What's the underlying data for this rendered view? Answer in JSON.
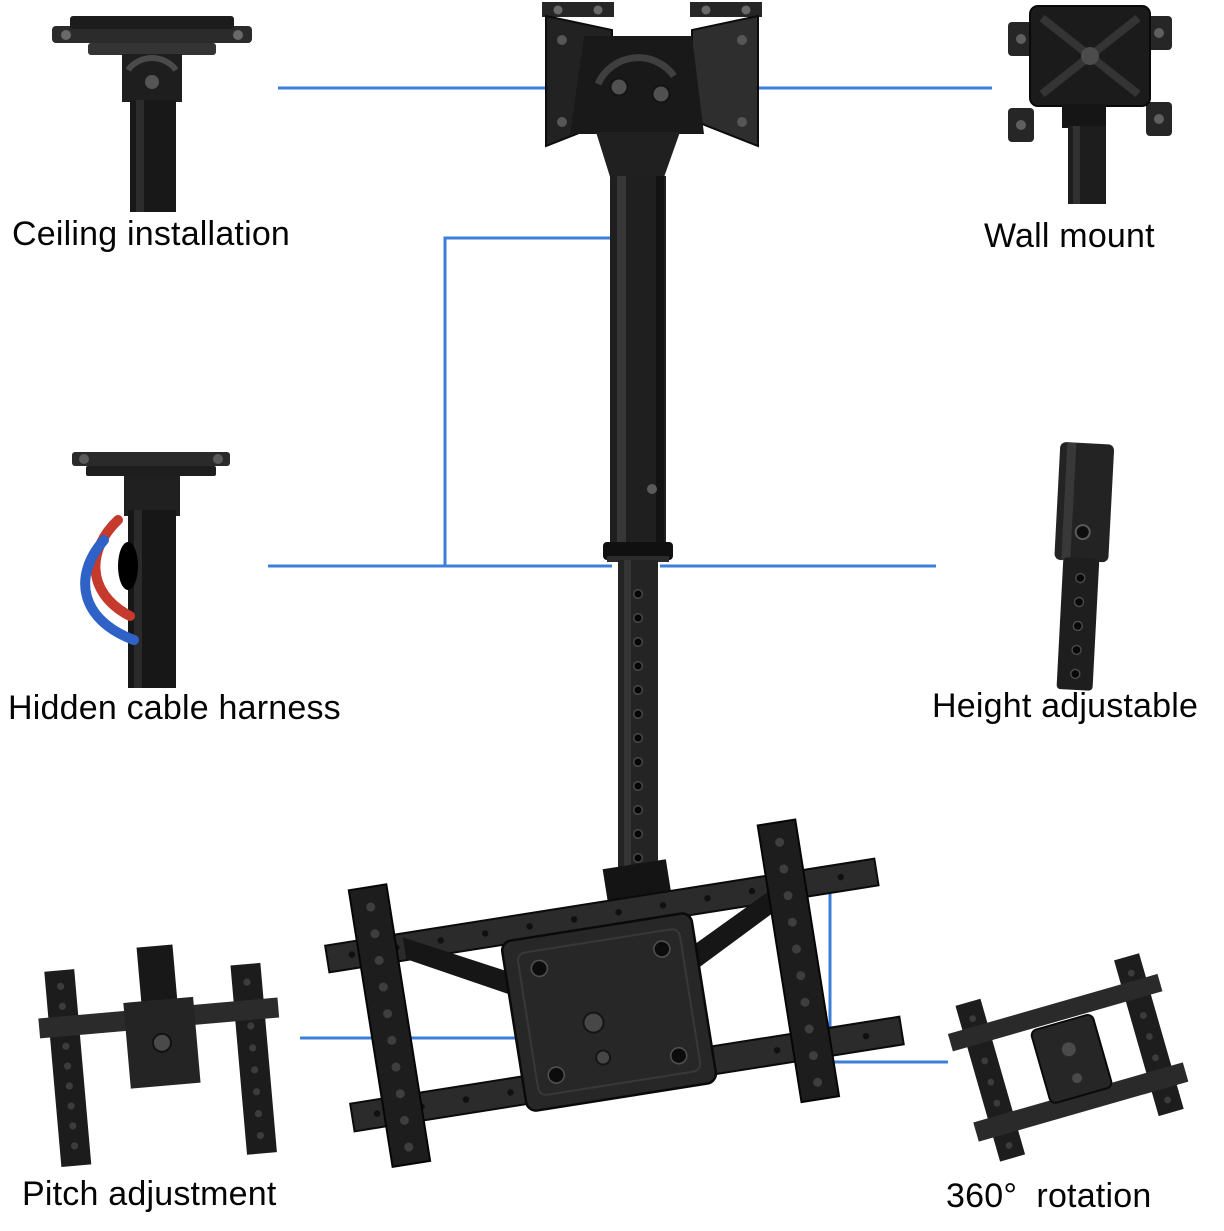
{
  "figure": {
    "type": "product-feature-diagram",
    "subject": "Ceiling / wall TV mount bracket"
  },
  "colors": {
    "background": "#ffffff",
    "leader_line": "#3d7ed9",
    "product_dark": "#1c1c1c",
    "product_mid": "#2b2b2b",
    "cable_red": "#c63a2e",
    "cable_blue": "#2f62c6",
    "text": "#050505"
  },
  "callouts": [
    {
      "id": "ceiling-installation",
      "label": "Ceiling installation",
      "position": "top-left"
    },
    {
      "id": "wall-mount",
      "label": "Wall mount",
      "position": "top-right"
    },
    {
      "id": "hidden-cable-harness",
      "label": "Hidden cable harness",
      "position": "middle-left"
    },
    {
      "id": "height-adjustable",
      "label": "Height adjustable",
      "position": "middle-right"
    },
    {
      "id": "pitch-adjustment",
      "label": "Pitch adjustment",
      "position": "bottom-left"
    },
    {
      "id": "rotation-360",
      "label": "360°  rotation",
      "position": "bottom-right"
    }
  ]
}
